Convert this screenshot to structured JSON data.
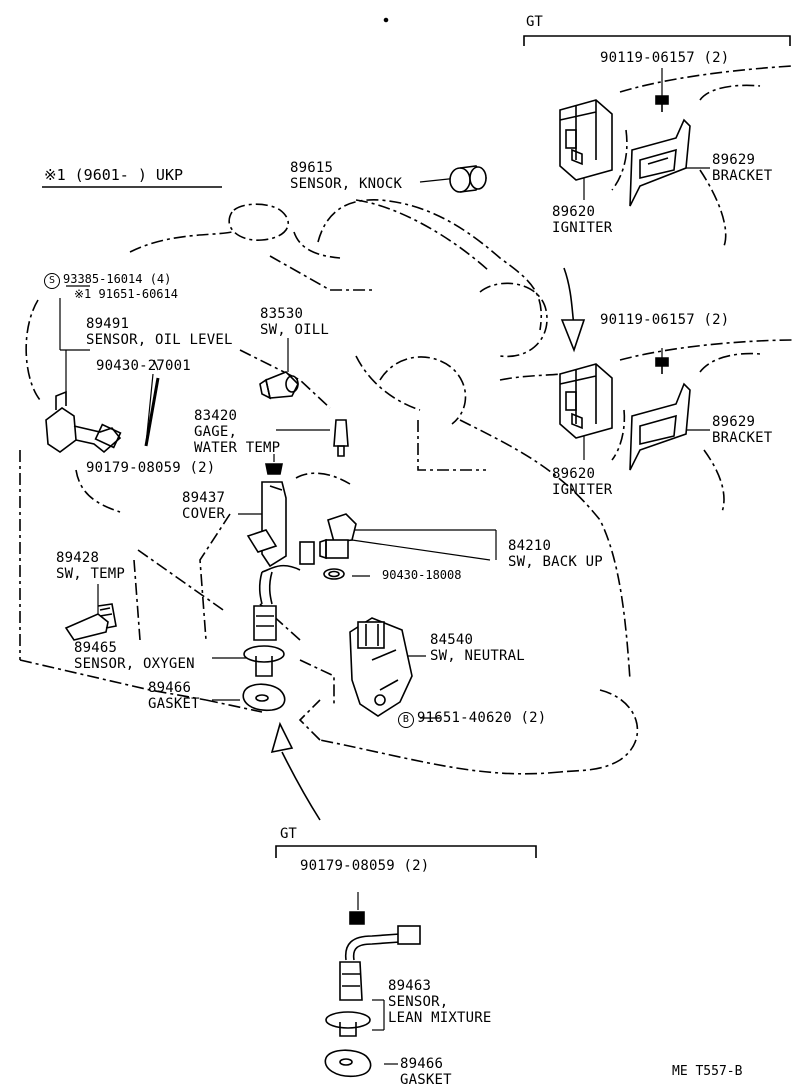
{
  "group_gt_top": {
    "label": "GT"
  },
  "group_gt_bottom": {
    "label": "GT"
  },
  "ukp_note": {
    "text": "※1 (9601-       ) UKP"
  },
  "parts": {
    "bolt_top": {
      "number": "90119-06157 (2)"
    },
    "igniter_top": {
      "number": "89620",
      "name": "IGNITER"
    },
    "bracket_top": {
      "number": "89629",
      "name": "BRACKET"
    },
    "bolt_mid": {
      "number": "90119-06157 (2)"
    },
    "igniter_mid": {
      "number": "89620",
      "name": "IGNITER"
    },
    "bracket_mid": {
      "number": "89629",
      "name": "BRACKET"
    },
    "knock_sensor": {
      "number": "89615",
      "name": "SENSOR, KNOCK"
    },
    "screw": {
      "symbol": "S",
      "number": "93385-16014 (4)"
    },
    "screw_ukp": {
      "number": "※1 91651-60614"
    },
    "oil_level": {
      "number": "89491",
      "name": "SENSOR, OIL LEVEL"
    },
    "oil_switch": {
      "number": "83530",
      "name": "SW, OILL"
    },
    "gasket_27001": {
      "number": "90430-27001"
    },
    "water_temp": {
      "number": "83420",
      "name1": "GAGE,",
      "name2": "WATER TEMP"
    },
    "nut_upper": {
      "number": "90179-08059 (2)"
    },
    "cover": {
      "number": "89437",
      "name": "COVER"
    },
    "backup_sw": {
      "number": "84210",
      "name": "SW, BACK UP"
    },
    "gasket_18008": {
      "number": "90430-18008"
    },
    "temp_sw": {
      "number": "89428",
      "name": "SW, TEMP"
    },
    "oxygen_sensor": {
      "number": "89465",
      "name": "SENSOR, OXYGEN"
    },
    "neutral_sw": {
      "number": "84540",
      "name": "SW, NEUTRAL"
    },
    "gasket_upper": {
      "number": "89466",
      "name": "GASKET"
    },
    "bolt_neutral": {
      "symbol": "B",
      "number": "91651-40620 (2)"
    },
    "nut_lower": {
      "number": "90179-08059 (2)"
    },
    "lean_sensor": {
      "number": "89463",
      "name1": "SENSOR,",
      "name2": "LEAN MIXTURE"
    },
    "gasket_lower": {
      "number": "89466",
      "name": "GASKET"
    }
  },
  "diagram_code": "ME T557-B"
}
